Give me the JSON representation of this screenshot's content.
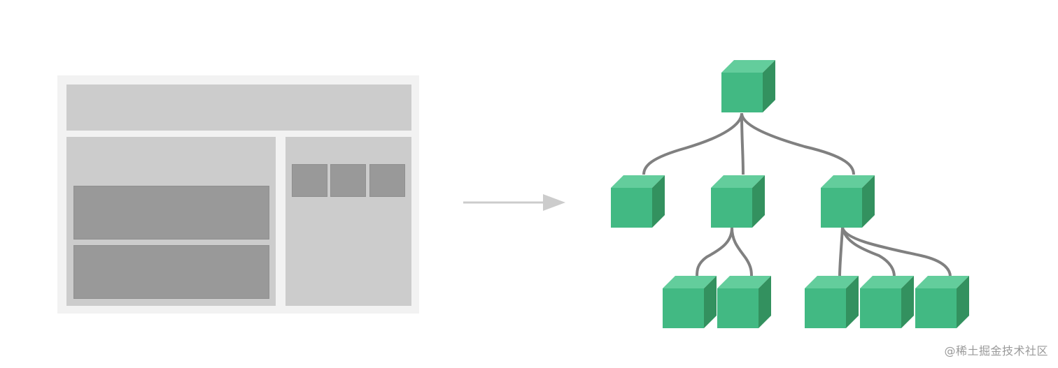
{
  "colors": {
    "page_bg": "#ffffff",
    "wire_outer": "#f2f2f2",
    "wire_panel": "#cccccc",
    "wire_block": "#999999",
    "arrow": "#cccccc",
    "cube_front": "#42b983",
    "cube_top": "#63cd9c",
    "cube_side": "#33915f",
    "connector": "#808080"
  },
  "tree": {
    "levels": [
      1,
      3,
      5
    ],
    "children_per_node": [
      [
        3
      ],
      [
        0,
        2,
        3
      ]
    ]
  },
  "watermark": {
    "text": "@稀土掘金技术社区"
  }
}
